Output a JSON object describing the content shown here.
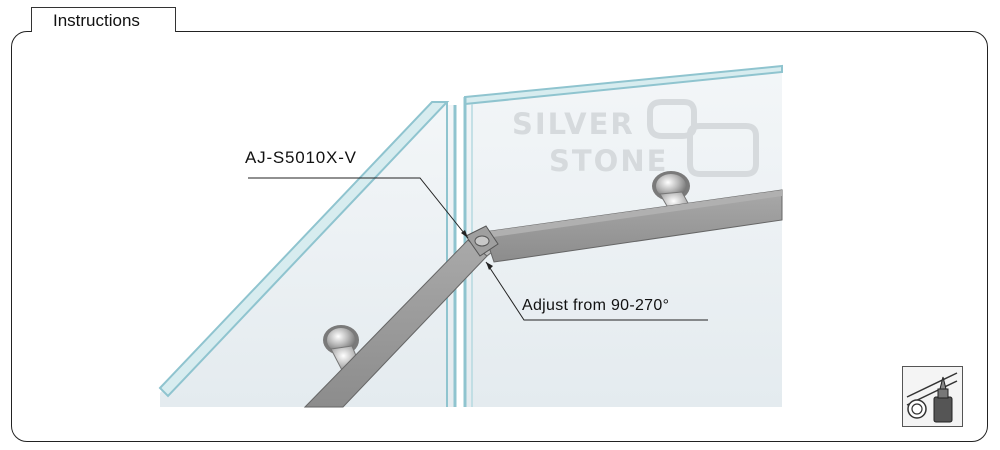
{
  "tab": {
    "label": "Instructions"
  },
  "callouts": {
    "model": "AJ-S5010X-V",
    "adjust": "Adjust from 90-270°"
  },
  "brand": {
    "line1": "SILVER",
    "line2": "STONE"
  },
  "icons": {
    "tool": "glue-bottle-and-tube-icon"
  },
  "colors": {
    "glass_fill": "#eef3f6",
    "glass_edge": "#8fc4cf",
    "rail": "#8a8a8a",
    "watermark": "#d6dadd"
  }
}
